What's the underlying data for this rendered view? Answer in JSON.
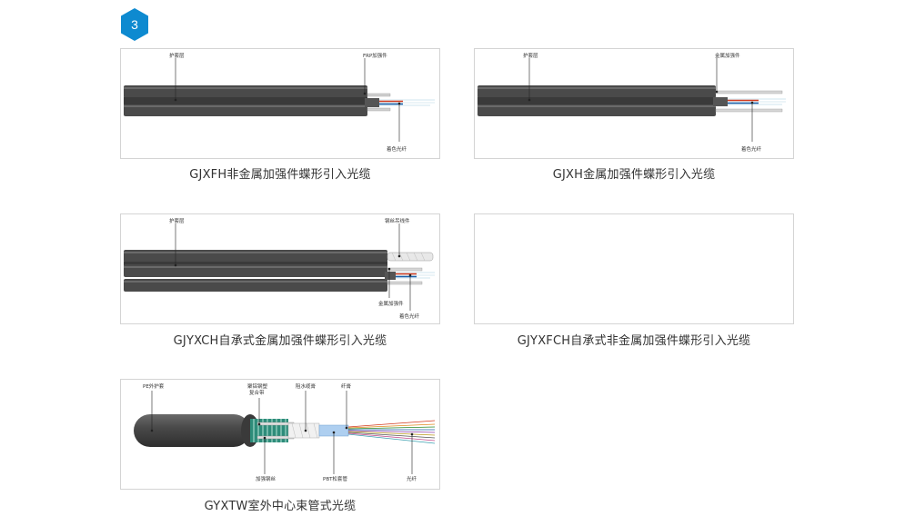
{
  "step_number": "3",
  "colors": {
    "badge": "#0e8ad0",
    "jacket": "#4a4a4a",
    "border": "#d4d4d4"
  },
  "products": [
    {
      "caption": "GJXFH非金属加强件蝶形引入光缆",
      "labels": {
        "sheath": "护套层",
        "member": "FRP加强件",
        "fiber": "着色光纤"
      }
    },
    {
      "caption": "GJXH金属加强件蝶形引入光缆",
      "labels": {
        "sheath": "护套层",
        "member": "金属加强件",
        "fiber": "着色光纤"
      }
    },
    {
      "caption": "GJYXCH自承式金属加强件蝶形引入光缆",
      "labels": {
        "sheath": "护套层",
        "messenger": "钢丝吊线件",
        "member": "金属加强件",
        "fiber": "着色光纤"
      }
    },
    {
      "caption": "GJYXFCH自承式非金属加强件蝶形引入光缆"
    },
    {
      "caption": "GYXTW室外中心束管式光缆",
      "labels": {
        "pe_jacket": "PE外护套",
        "armor_line1": "聚铝钢塑",
        "armor_line2": "复合带",
        "water_block": "阻水缆膏",
        "fiber_gel": "纤膏",
        "steel_wire": "加强钢丝",
        "pbt_tube": "PBT松套管",
        "fiber": "光纤"
      }
    }
  ]
}
